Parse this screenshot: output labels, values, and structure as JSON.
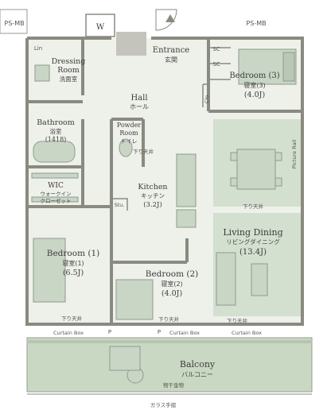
{
  "plan": {
    "tags": {
      "ps_mb_left": "PS-MB",
      "ps_mb_right": "PS-MB",
      "w": "W",
      "lin": "Lin",
      "sc_upper": "SC",
      "sc_lower": "SC",
      "clo": "Clo.",
      "stu": "Stu.",
      "p_left": "P",
      "p_right": "P"
    },
    "rooms": {
      "entrance": {
        "en": "Entrance",
        "jp": "玄関"
      },
      "dressing": {
        "en1": "Dressing",
        "en2": "Room",
        "jp": "洗面室"
      },
      "hall": {
        "en": "Hall",
        "jp": "ホール"
      },
      "bathroom": {
        "en": "Bathroom",
        "jp": "浴室",
        "size": "(1418)"
      },
      "powder": {
        "en1": "Powder",
        "en2": "Room",
        "jp": "トイレ"
      },
      "bedroom3": {
        "en": "Bedroom (3)",
        "jp": "寝室(3)",
        "size": "(4.0J)"
      },
      "wic": {
        "en": "WIC",
        "jp1": "ウォークイン",
        "jp2": "クローゼット"
      },
      "kitchen": {
        "en": "Kitchen",
        "jp": "キッチン",
        "size": "(3.2J)"
      },
      "living": {
        "en": "Living Dining",
        "jp": "リビングダイニング",
        "size": "(13.4J)"
      },
      "bedroom1": {
        "en": "Bedroom (1)",
        "jp": "寝室(1)",
        "size": "(6.5J)"
      },
      "bedroom2": {
        "en": "Bedroom (2)",
        "jp": "寝室(2)",
        "size": "(4.0J)"
      },
      "balcony": {
        "en": "Balcony",
        "jp": "バルコニー"
      }
    },
    "notes": {
      "sagari_kitchen": "下り天井",
      "sagari_living": "下り天井",
      "sagari_bed1": "下り天井",
      "sagari_bed2": "下り天井",
      "sagari_right": "下り天井",
      "picture_rail": "Picture Rail",
      "curtain_box_1": "Curtain Box",
      "curtain_box_2": "Curtain Box",
      "curtain_box_3": "Curtain Box",
      "drying_rack": "物干金物",
      "glass_rail": "ガラス手摺"
    },
    "colors": {
      "wall": "#8a8a80",
      "room_fill": "#eef0ea",
      "balcony": "#c9d8c3",
      "rug": "#cbd8c6",
      "furniture": "#bfcfbf"
    }
  }
}
